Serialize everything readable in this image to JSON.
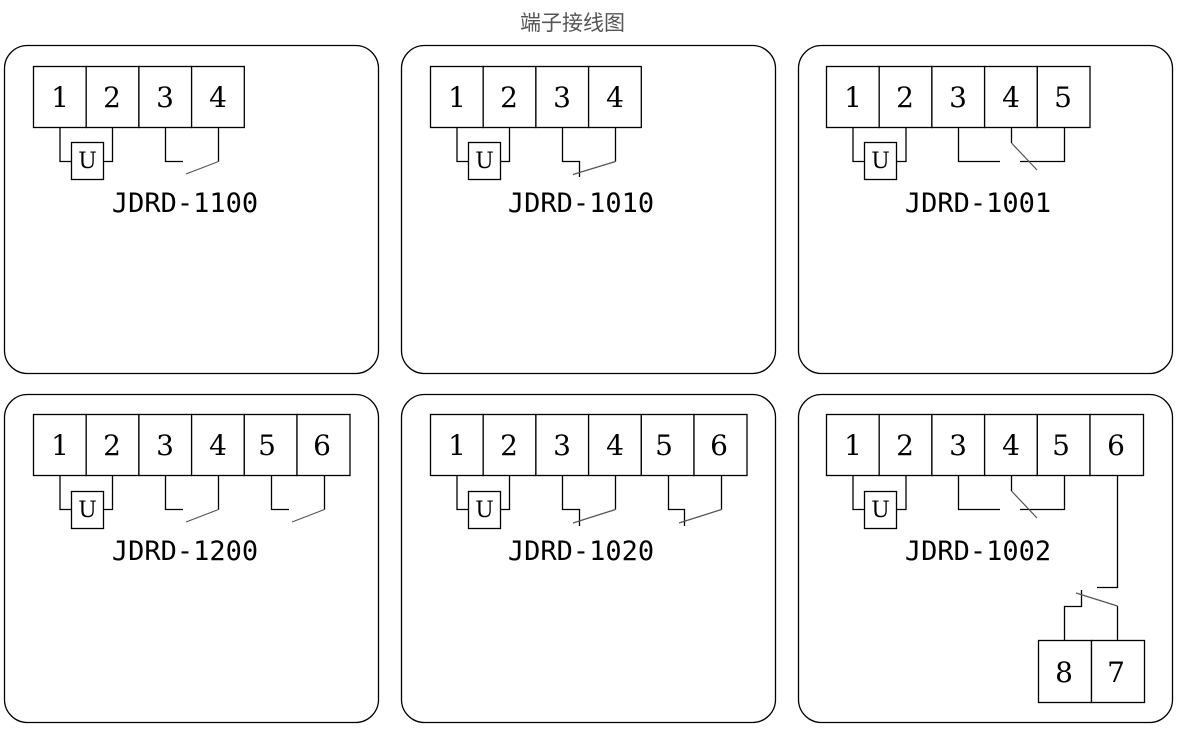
{
  "title": "端子接线图",
  "colors": {
    "line": "#000000",
    "contact": "#555555",
    "title": "#555555",
    "background": "#ffffff"
  },
  "panels": [
    {
      "model": "JDRD-1100",
      "terminals": [
        "1",
        "2",
        "3",
        "4"
      ],
      "coil_label": "U",
      "contacts": "1 normally-open (3-4)"
    },
    {
      "model": "JDRD-1010",
      "terminals": [
        "1",
        "2",
        "3",
        "4"
      ],
      "coil_label": "U",
      "contacts": "1 normally-closed (3-4)"
    },
    {
      "model": "JDRD-1001",
      "terminals": [
        "1",
        "2",
        "3",
        "4",
        "5"
      ],
      "coil_label": "U",
      "contacts": "1 changeover (3-4-5)"
    },
    {
      "model": "JDRD-1200",
      "terminals": [
        "1",
        "2",
        "3",
        "4",
        "5",
        "6"
      ],
      "coil_label": "U",
      "contacts": "2 normally-open (3-4, 5-6)"
    },
    {
      "model": "JDRD-1020",
      "terminals": [
        "1",
        "2",
        "3",
        "4",
        "5",
        "6"
      ],
      "coil_label": "U",
      "contacts": "2 normally-closed (3-4, 5-6)"
    },
    {
      "model": "JDRD-1002",
      "terminals": [
        "1",
        "2",
        "3",
        "4",
        "5",
        "6"
      ],
      "extra_terminals": [
        "8",
        "7"
      ],
      "coil_label": "U",
      "contacts": "2 changeover (3-4-5, 6-7-8)"
    }
  ]
}
